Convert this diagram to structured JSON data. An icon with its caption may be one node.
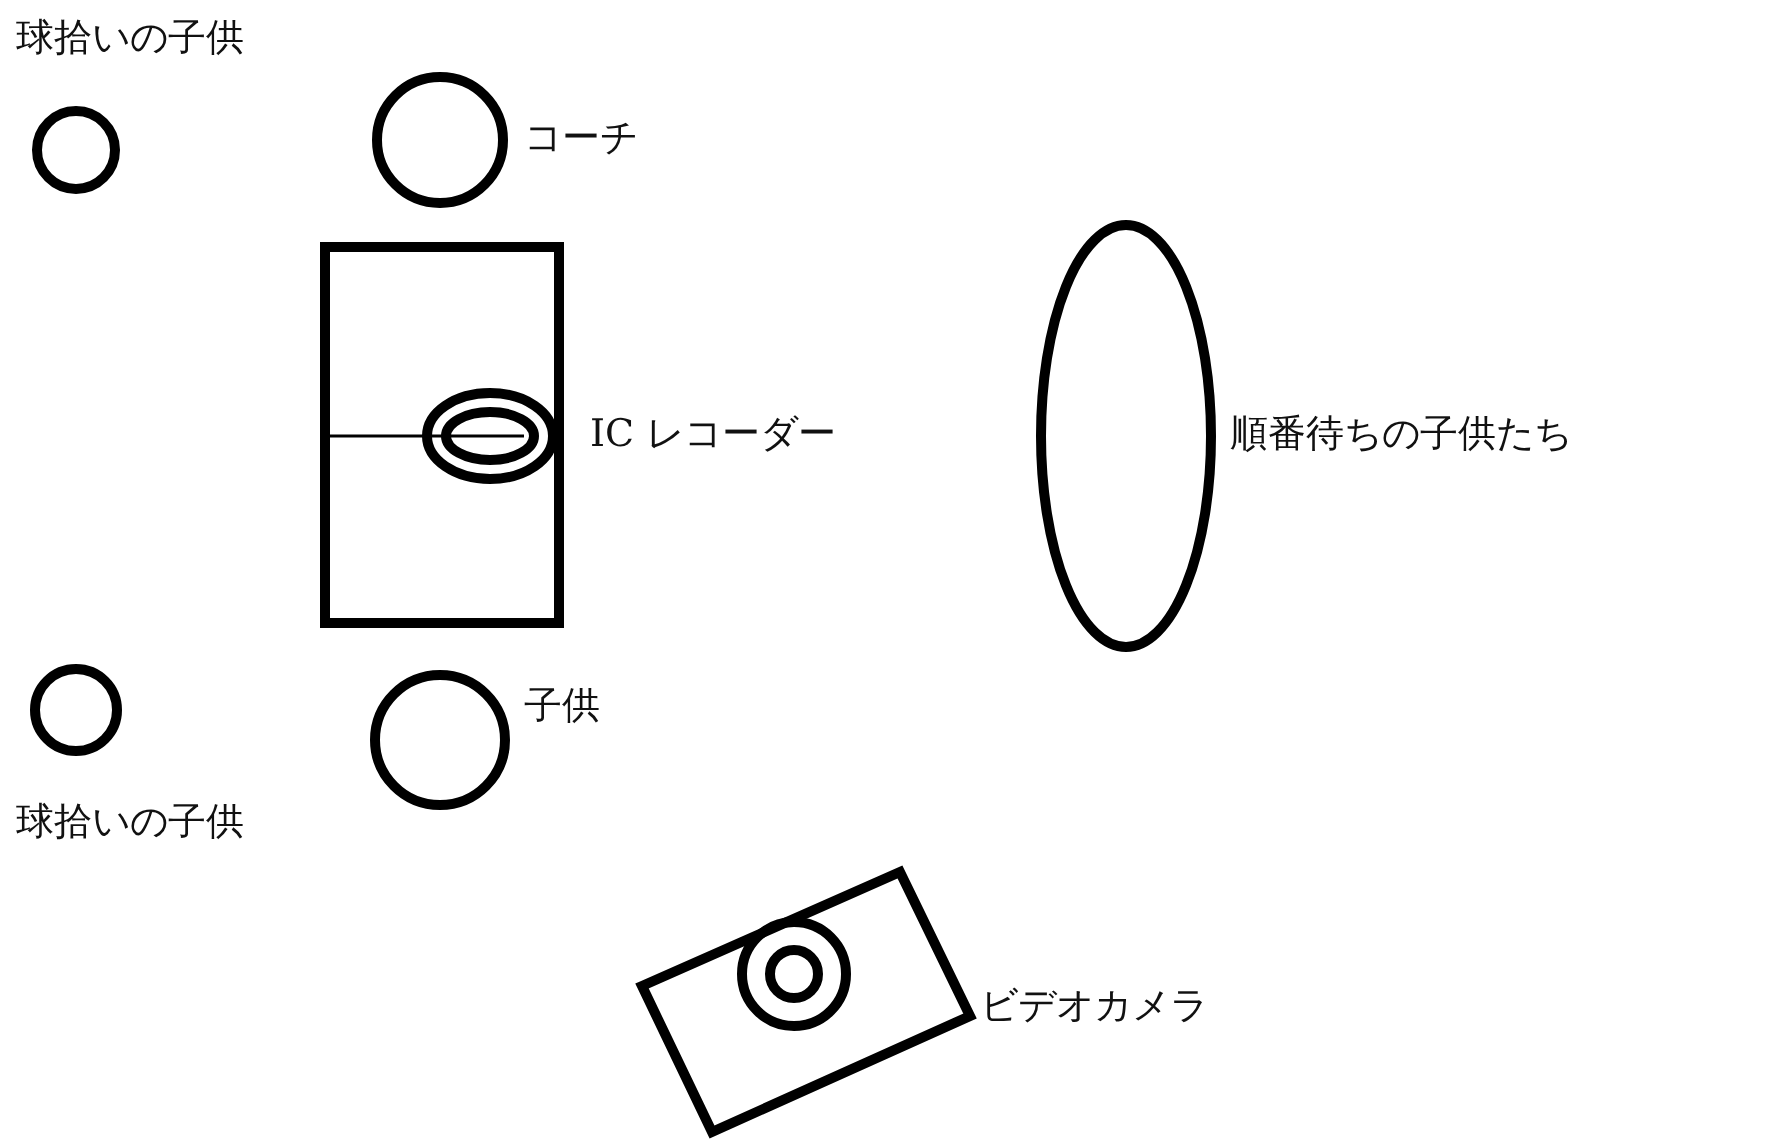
{
  "diagram": {
    "nodes": [
      {
        "text": [],
        "shape": "circle",
        "beside": [
          "球拾いの子供"
        ]
      },
      {
        "text": [],
        "shape": "circle",
        "beside": [
          "コーチ"
        ]
      },
      {
        "text": [],
        "shape": "box"
      },
      {
        "text": [],
        "shape": "ellipse",
        "in": 2,
        "beside": [
          "IC レコーダー"
        ]
      },
      {
        "text": [],
        "shape": "ellipse",
        "beside": [
          "順番待ちの子供たち"
        ]
      },
      {
        "text": [],
        "shape": "circle",
        "beside": [
          "球拾いの子供"
        ]
      },
      {
        "text": [],
        "shape": "circle",
        "beside": [
          "子供"
        ]
      },
      {
        "text": [],
        "shape": "picture",
        "beside": [
          "ビデオカメラ"
        ]
      }
    ]
  }
}
